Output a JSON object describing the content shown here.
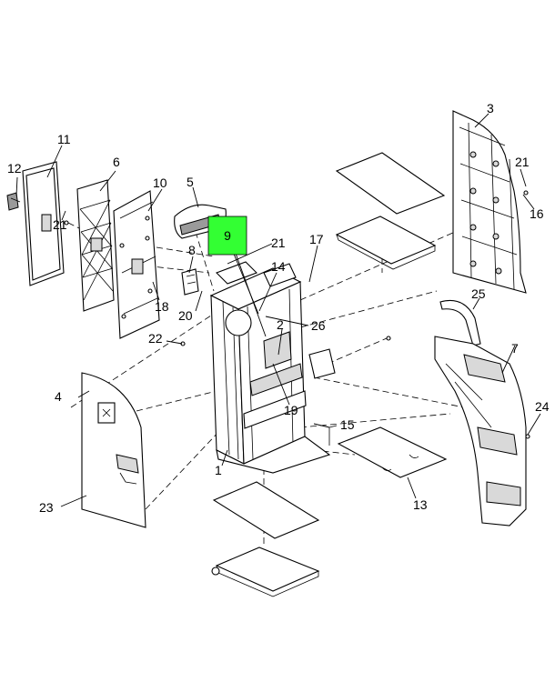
{
  "highlight": {
    "label": "9",
    "color": "#33ff33"
  },
  "callouts": [
    "1",
    "2",
    "3",
    "4",
    "5",
    "6",
    "7",
    "8",
    "10",
    "11",
    "12",
    "13",
    "14",
    "15",
    "16",
    "17",
    "19",
    "18",
    "20",
    "21",
    "21",
    "21",
    "22",
    "23",
    "24",
    "25",
    "26"
  ]
}
